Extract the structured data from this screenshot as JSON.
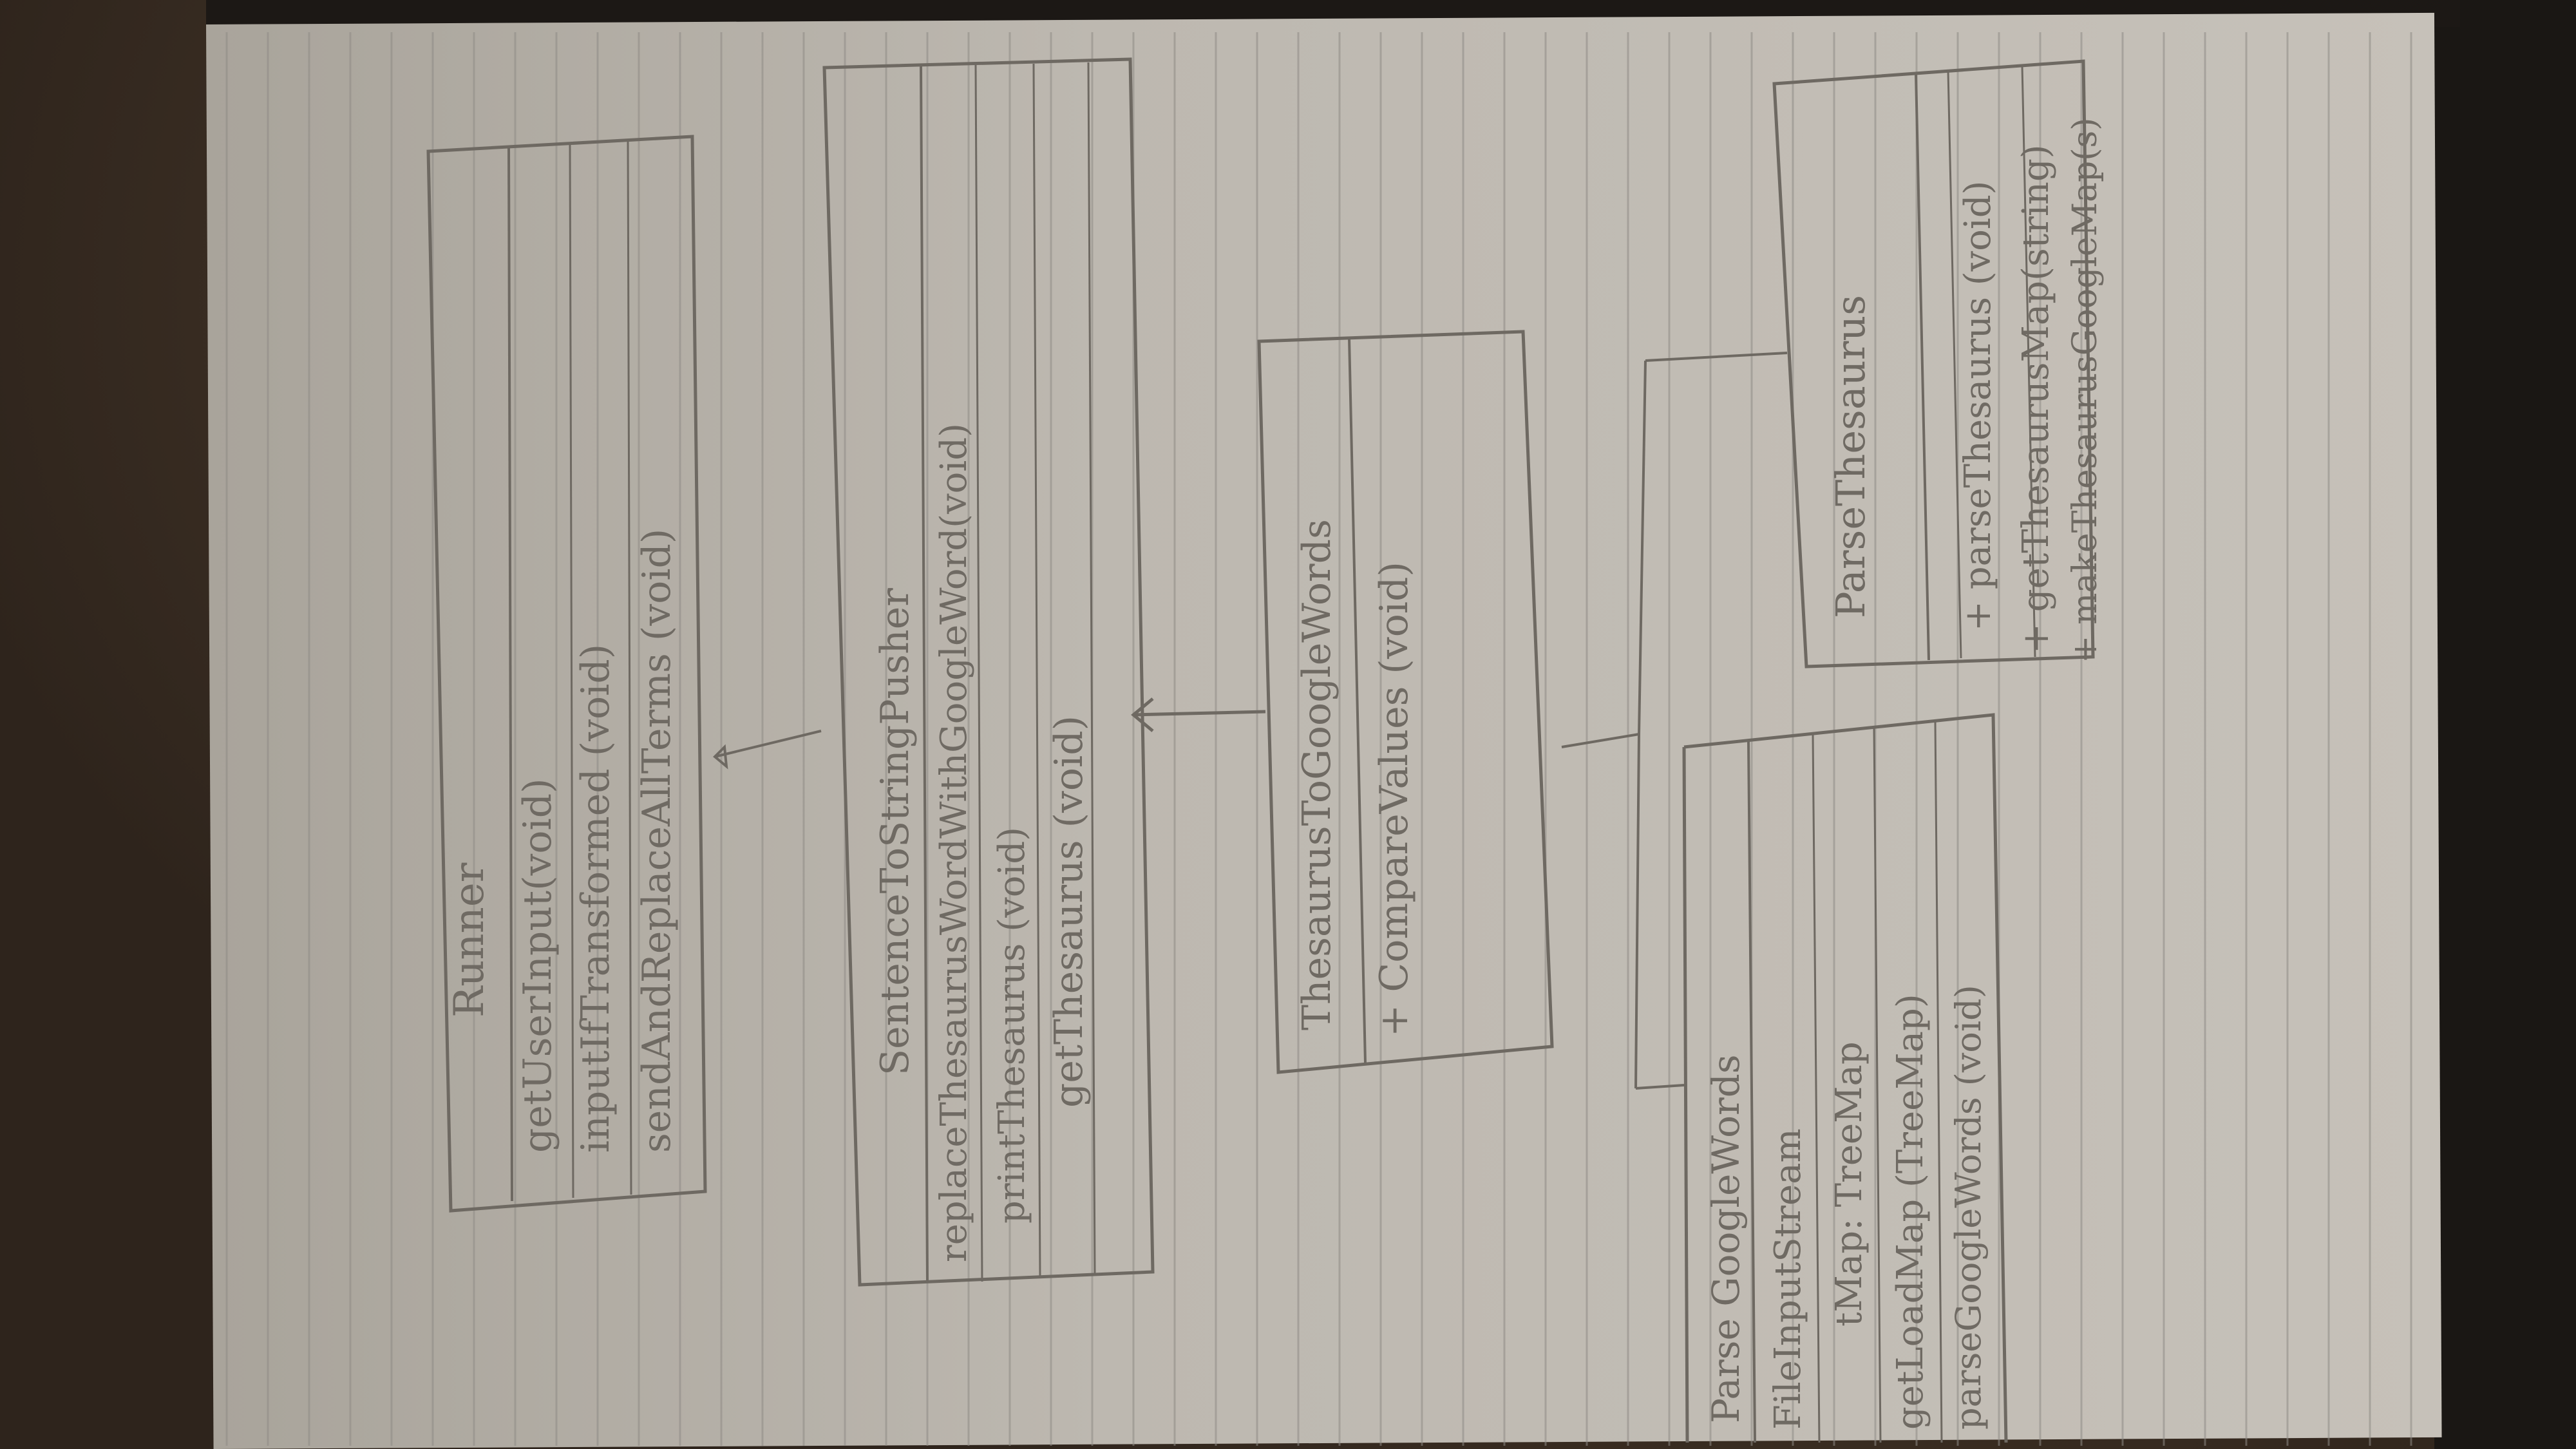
{
  "classes": [
    {
      "id": "runner",
      "name": "Runner",
      "members": [
        "getUserInput(void)",
        "inputIfTransformed (void)",
        "sendAndReplaceAllTerms (void)"
      ]
    },
    {
      "id": "sentence-to-string",
      "name": "SentenceToStringPusher",
      "members": [
        "replaceThesaurusWordWithGoogleWord(void)",
        "printThesaurus (void)",
        "getThesaurus (void)"
      ]
    },
    {
      "id": "thesaurus-to-google",
      "name": "ThesaurusToGoogleWords",
      "members": [
        "+ CompareValues (void)"
      ]
    },
    {
      "id": "parse-google-words",
      "name": "Parse GoogleWords",
      "members": [
        "FileInputStream",
        "tMap: TreeMap",
        "getLoadMap (TreeMap)",
        "parseGoogleWords (void)"
      ]
    },
    {
      "id": "parse-thesaurus",
      "name": "ParseThesaurus",
      "members": [
        "+ parseThesaurus (void)",
        "+ getThesaurusMap(string)",
        "+ makeThesaurusGoogleMap(s)"
      ]
    }
  ]
}
